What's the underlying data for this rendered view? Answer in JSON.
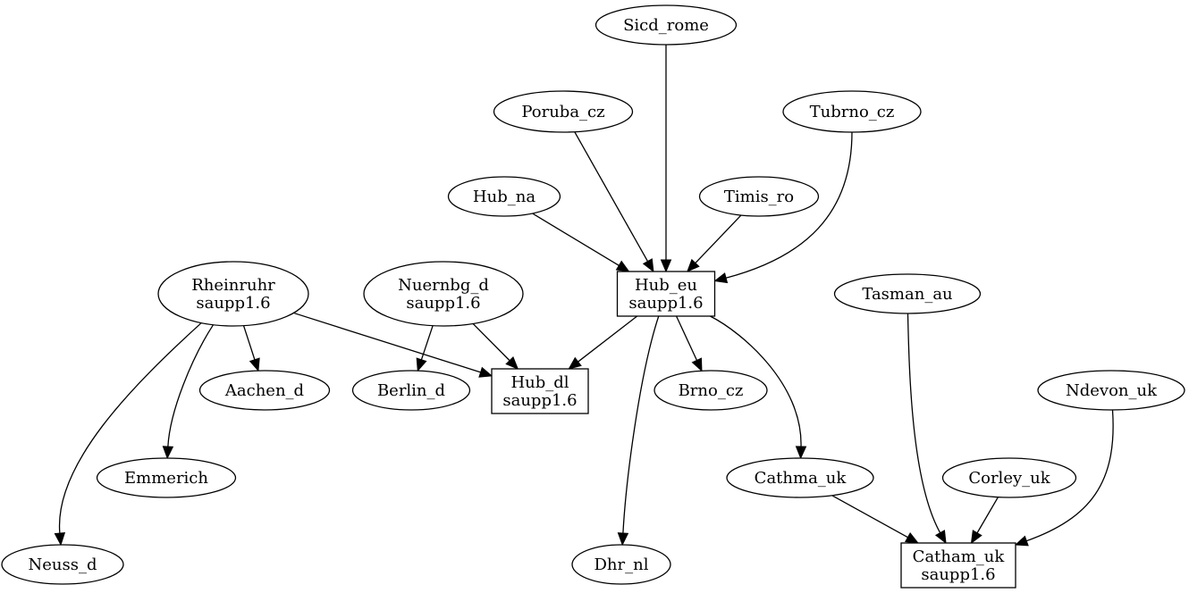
{
  "nodes": [
    {
      "id": "sicd_rome",
      "shape": "ellipse",
      "lines": [
        "Sicd_rome"
      ]
    },
    {
      "id": "poruba_cz",
      "shape": "ellipse",
      "lines": [
        "Poruba_cz"
      ]
    },
    {
      "id": "tubrno_cz",
      "shape": "ellipse",
      "lines": [
        "Tubrno_cz"
      ]
    },
    {
      "id": "hub_na",
      "shape": "ellipse",
      "lines": [
        "Hub_na"
      ]
    },
    {
      "id": "timis_ro",
      "shape": "ellipse",
      "lines": [
        "Timis_ro"
      ]
    },
    {
      "id": "hub_eu",
      "shape": "box",
      "lines": [
        "Hub_eu",
        "saupp1.6"
      ]
    },
    {
      "id": "rheinruhr",
      "shape": "ellipse",
      "lines": [
        "Rheinruhr",
        "saupp1.6"
      ]
    },
    {
      "id": "nuernbg_d",
      "shape": "ellipse",
      "lines": [
        "Nuernbg_d",
        "saupp1.6"
      ]
    },
    {
      "id": "tasman_au",
      "shape": "ellipse",
      "lines": [
        "Tasman_au"
      ]
    },
    {
      "id": "aachen_d",
      "shape": "ellipse",
      "lines": [
        "Aachen_d"
      ]
    },
    {
      "id": "berlin_d",
      "shape": "ellipse",
      "lines": [
        "Berlin_d"
      ]
    },
    {
      "id": "hub_dl",
      "shape": "box",
      "lines": [
        "Hub_dl",
        "saupp1.6"
      ]
    },
    {
      "id": "brno_cz",
      "shape": "ellipse",
      "lines": [
        "Brno_cz"
      ]
    },
    {
      "id": "ndevon_uk",
      "shape": "ellipse",
      "lines": [
        "Ndevon_uk"
      ]
    },
    {
      "id": "emmerich",
      "shape": "ellipse",
      "lines": [
        "Emmerich"
      ]
    },
    {
      "id": "cathma_uk",
      "shape": "ellipse",
      "lines": [
        "Cathma_uk"
      ]
    },
    {
      "id": "corley_uk",
      "shape": "ellipse",
      "lines": [
        "Corley_uk"
      ]
    },
    {
      "id": "neuss_d",
      "shape": "ellipse",
      "lines": [
        "Neuss_d"
      ]
    },
    {
      "id": "dhr_nl",
      "shape": "ellipse",
      "lines": [
        "Dhr_nl"
      ]
    },
    {
      "id": "catham_uk",
      "shape": "box",
      "lines": [
        "Catham_uk",
        "saupp1.6"
      ]
    }
  ],
  "edges": [
    {
      "from": "sicd_rome",
      "to": "hub_eu"
    },
    {
      "from": "poruba_cz",
      "to": "hub_eu"
    },
    {
      "from": "tubrno_cz",
      "to": "hub_eu"
    },
    {
      "from": "hub_na",
      "to": "hub_eu"
    },
    {
      "from": "timis_ro",
      "to": "hub_eu"
    },
    {
      "from": "rheinruhr",
      "to": "aachen_d"
    },
    {
      "from": "rheinruhr",
      "to": "hub_dl"
    },
    {
      "from": "rheinruhr",
      "to": "emmerich"
    },
    {
      "from": "rheinruhr",
      "to": "neuss_d"
    },
    {
      "from": "nuernbg_d",
      "to": "berlin_d"
    },
    {
      "from": "nuernbg_d",
      "to": "hub_dl"
    },
    {
      "from": "hub_eu",
      "to": "hub_dl"
    },
    {
      "from": "hub_eu",
      "to": "brno_cz"
    },
    {
      "from": "hub_eu",
      "to": "cathma_uk"
    },
    {
      "from": "hub_eu",
      "to": "dhr_nl"
    },
    {
      "from": "tasman_au",
      "to": "catham_uk"
    },
    {
      "from": "ndevon_uk",
      "to": "catham_uk"
    },
    {
      "from": "cathma_uk",
      "to": "catham_uk"
    },
    {
      "from": "corley_uk",
      "to": "catham_uk"
    }
  ]
}
